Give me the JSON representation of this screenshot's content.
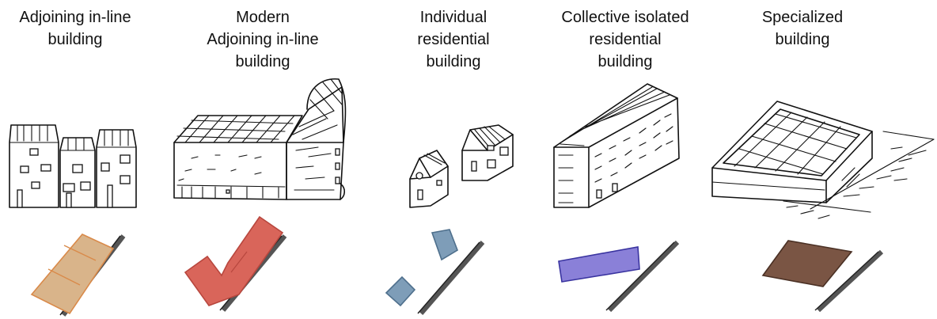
{
  "categories": [
    {
      "key": "adjoining",
      "title_lines": [
        "Adjoining in-line",
        "building"
      ],
      "footprint_color": "#D9B48A",
      "footprint_stroke": "#D98A4A"
    },
    {
      "key": "modern",
      "title_lines": [
        "Modern",
        "Adjoining in-line",
        "building"
      ],
      "footprint_color": "#D9655A",
      "footprint_stroke": "#B8473E"
    },
    {
      "key": "individual",
      "title_lines": [
        "Individual",
        "residential",
        "building"
      ],
      "footprint_color": "#7E9DB8",
      "footprint_stroke": "#4E6F8C"
    },
    {
      "key": "collective",
      "title_lines": [
        "Collective isolated",
        "residential",
        "building"
      ],
      "footprint_color": "#8A80D8",
      "footprint_stroke": "#3A34A0"
    },
    {
      "key": "specialized",
      "title_lines": [
        "Specialized",
        "building"
      ],
      "footprint_color": "#7A5544",
      "footprint_stroke": "#4A3024"
    }
  ],
  "road_color": "#555555",
  "icons": [
    "street-line-icon",
    "building-sketch-icon",
    "footprint-shape-icon"
  ]
}
